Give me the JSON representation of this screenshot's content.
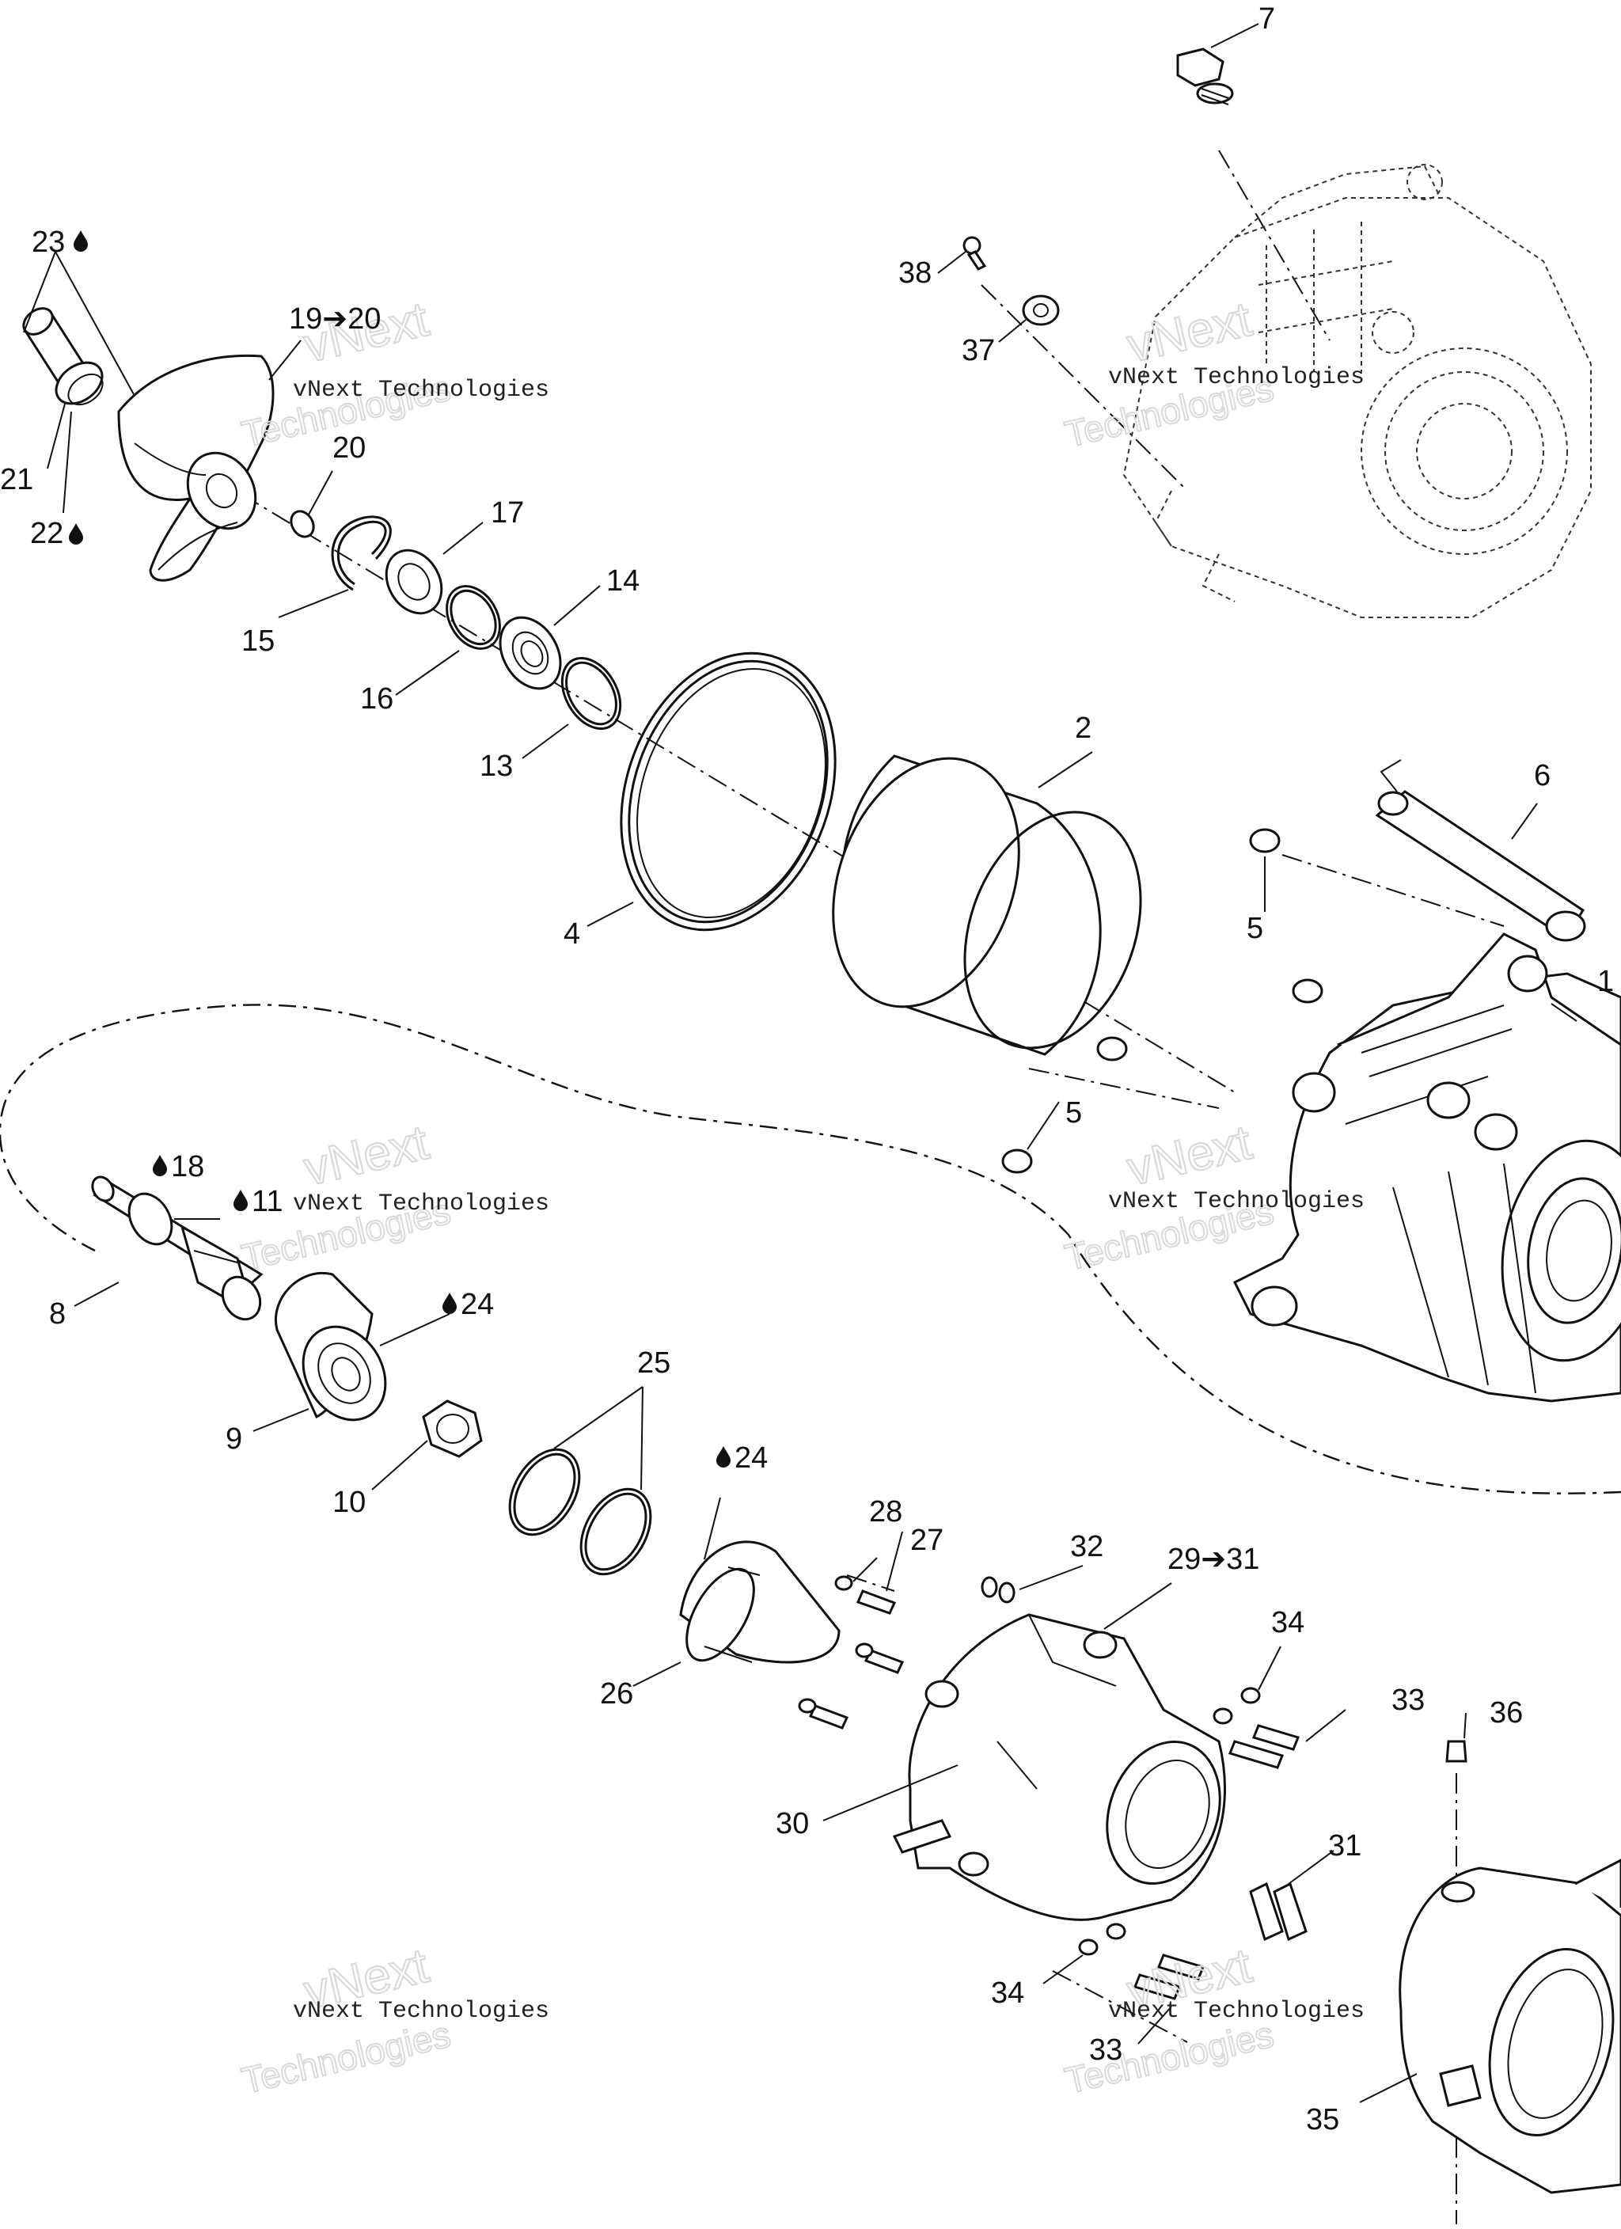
{
  "watermark": {
    "company": "vNext Technologies",
    "brand": "vNext",
    "word": "Technologies"
  },
  "callouts": {
    "c1": "1",
    "c2": "2",
    "c4": "4",
    "c5a": "5",
    "c5b": "5",
    "c6": "6",
    "c7": "7",
    "c8": "8",
    "c9": "9",
    "c10": "10",
    "c11": "11",
    "c13": "13",
    "c14": "14",
    "c15": "15",
    "c16": "16",
    "c17": "17",
    "c18": "18",
    "c19": "19➔20",
    "c20": "20",
    "c21": "21",
    "c22": "22",
    "c23": "23",
    "c24a": "24",
    "c24b": "24",
    "c25": "25",
    "c26": "26",
    "c27": "27",
    "c28": "28",
    "c29": "29➔31",
    "c30": "30",
    "c31": "31",
    "c32": "32",
    "c33a": "33",
    "c33b": "33",
    "c34a": "34",
    "c34b": "34",
    "c35": "35",
    "c36": "36",
    "c37": "37",
    "c38": "38"
  },
  "icons": {
    "drop": "oil-drop-icon"
  }
}
